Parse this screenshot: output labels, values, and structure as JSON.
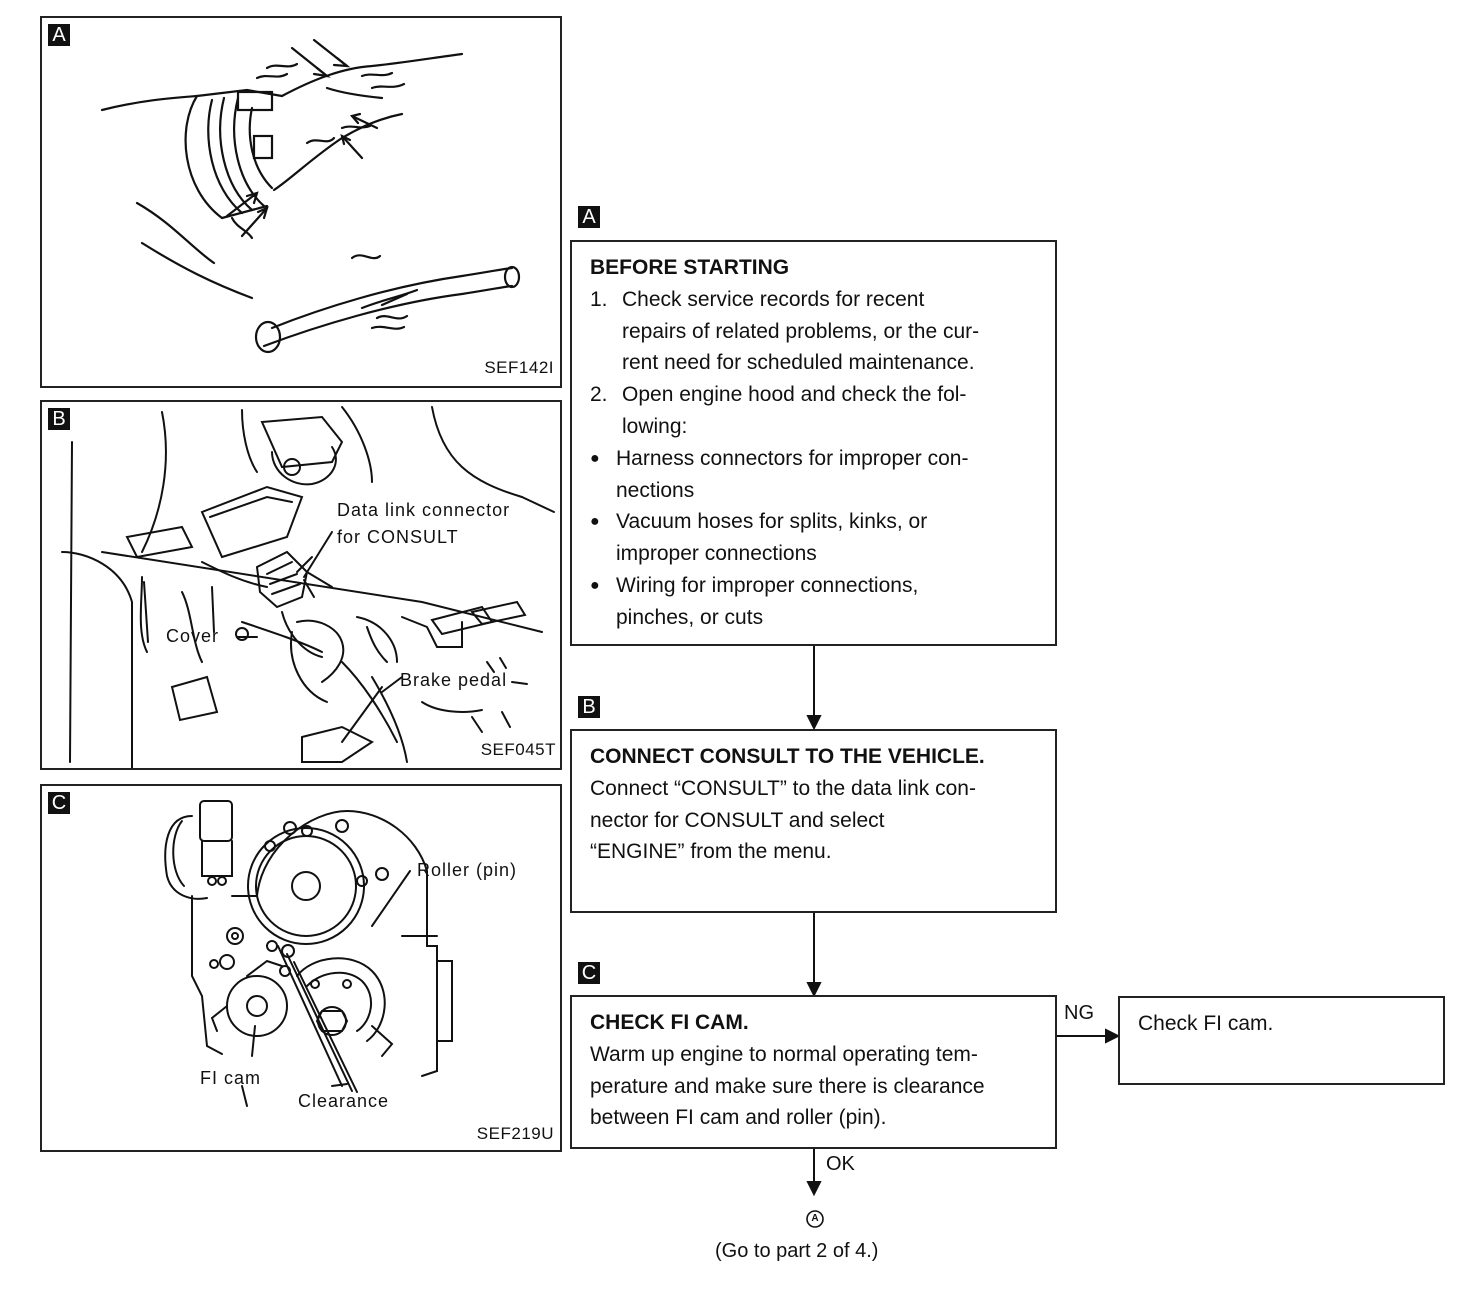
{
  "figures": {
    "a": {
      "letter": "A",
      "code": "SEF142I"
    },
    "b": {
      "letter": "B",
      "code": "SEF045T",
      "labels": {
        "data_link_1": "Data link connector",
        "data_link_2": "for CONSULT",
        "cover": "Cover",
        "brake": "Brake pedal"
      }
    },
    "c": {
      "letter": "C",
      "code": "SEF219U",
      "labels": {
        "roller": "Roller (pin)",
        "fi_cam": "FI cam",
        "clearance": "Clearance"
      }
    }
  },
  "flow": {
    "a": {
      "letter": "A",
      "title": "BEFORE STARTING",
      "steps": [
        {
          "num": "1.",
          "lines": [
            "Check service records for recent",
            "repairs of related problems, or the cur-",
            "rent need for scheduled maintenance."
          ]
        },
        {
          "num": "2.",
          "lines": [
            "Open engine hood and check the fol-",
            "lowing:"
          ]
        }
      ],
      "bullets": [
        {
          "lines": [
            "Harness connectors for improper con-",
            "nections"
          ]
        },
        {
          "lines": [
            "Vacuum hoses for splits, kinks, or",
            "improper connections"
          ]
        },
        {
          "lines": [
            "Wiring for improper connections,",
            "pinches, or cuts"
          ]
        }
      ]
    },
    "b": {
      "letter": "B",
      "title": "CONNECT CONSULT TO THE VEHICLE.",
      "lines": [
        "Connect “CONSULT” to the data link con-",
        "nector for CONSULT and select",
        "“ENGINE” from the menu."
      ]
    },
    "c": {
      "letter": "C",
      "title": "CHECK FI CAM.",
      "lines": [
        "Warm up engine to normal operating tem-",
        "perature and make sure there is clearance",
        "between FI cam and roller (pin)."
      ]
    },
    "ng_label": "NG",
    "ng_box": "Check FI cam.",
    "ok_label": "OK",
    "connector": "A",
    "goto": "(Go to part 2 of 4.)"
  }
}
